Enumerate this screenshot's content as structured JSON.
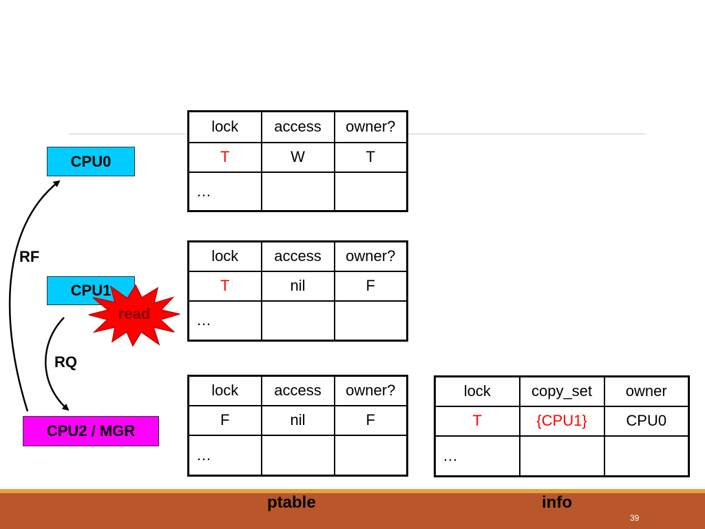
{
  "nodes": {
    "cpu0": "CPU0",
    "cpu1": "CPU1",
    "cpu2_mgr": "CPU2 / MGR"
  },
  "messages": {
    "rf": "RF",
    "rq": "RQ"
  },
  "fault": {
    "label": "read"
  },
  "ptables": [
    {
      "header": [
        "lock",
        "access",
        "owner?"
      ],
      "rows": [
        [
          "T",
          "W",
          "T"
        ],
        [
          "…",
          "",
          ""
        ]
      ]
    },
    {
      "header": [
        "lock",
        "access",
        "owner?"
      ],
      "rows": [
        [
          "T",
          "nil",
          "F"
        ],
        [
          "…",
          "",
          ""
        ]
      ]
    },
    {
      "header": [
        "lock",
        "access",
        "owner?"
      ],
      "rows": [
        [
          "F",
          "nil",
          "F"
        ],
        [
          "…",
          "",
          ""
        ]
      ]
    }
  ],
  "info_table": {
    "header": [
      "lock",
      "copy_set",
      "owner"
    ],
    "rows": [
      [
        "T",
        "{CPU1}",
        "CPU0"
      ],
      [
        "…",
        "",
        ""
      ]
    ]
  },
  "footer": {
    "ptable_label": "ptable",
    "info_label": "info",
    "page_number": "39"
  },
  "colors": {
    "cpu_box": "#00CCFF",
    "mgr_box": "#FF00FF",
    "highlight_text": "#FF0000",
    "burst_fill": "#FF0000",
    "burst_text": "#800000",
    "footer_bar": "#B9572B",
    "footer_stripe": "#E8A040"
  },
  "icons": {
    "burst": "starburst-icon",
    "arrow": "curved-arrow-icon"
  }
}
